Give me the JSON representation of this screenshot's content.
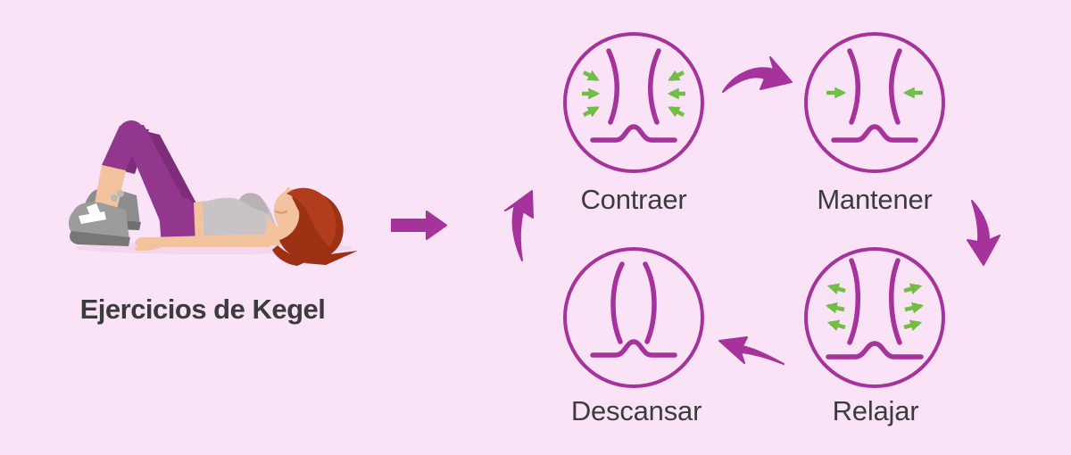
{
  "title": "Ejercicios de Kegel",
  "figure": {
    "alt": "Mujer tumbada boca arriba con las rodillas flexionadas"
  },
  "cycle": {
    "steps": [
      {
        "id": "contraer",
        "label": "Contraer",
        "muscle_state": "contracting",
        "green_arrows": "three-inward-each-side"
      },
      {
        "id": "mantener",
        "label": "Mantener",
        "muscle_state": "contracted-hold",
        "green_arrows": "one-inward-each-side"
      },
      {
        "id": "relajar",
        "label": "Relajar",
        "muscle_state": "relaxing",
        "green_arrows": "three-outward-each-side"
      },
      {
        "id": "descansar",
        "label": "Descansar",
        "muscle_state": "at-rest",
        "green_arrows": "none"
      }
    ]
  },
  "colors": {
    "background": "#FAE2F7",
    "magenta": "#A5339B",
    "green": "#72BE44",
    "text": "#3C3C3C"
  }
}
